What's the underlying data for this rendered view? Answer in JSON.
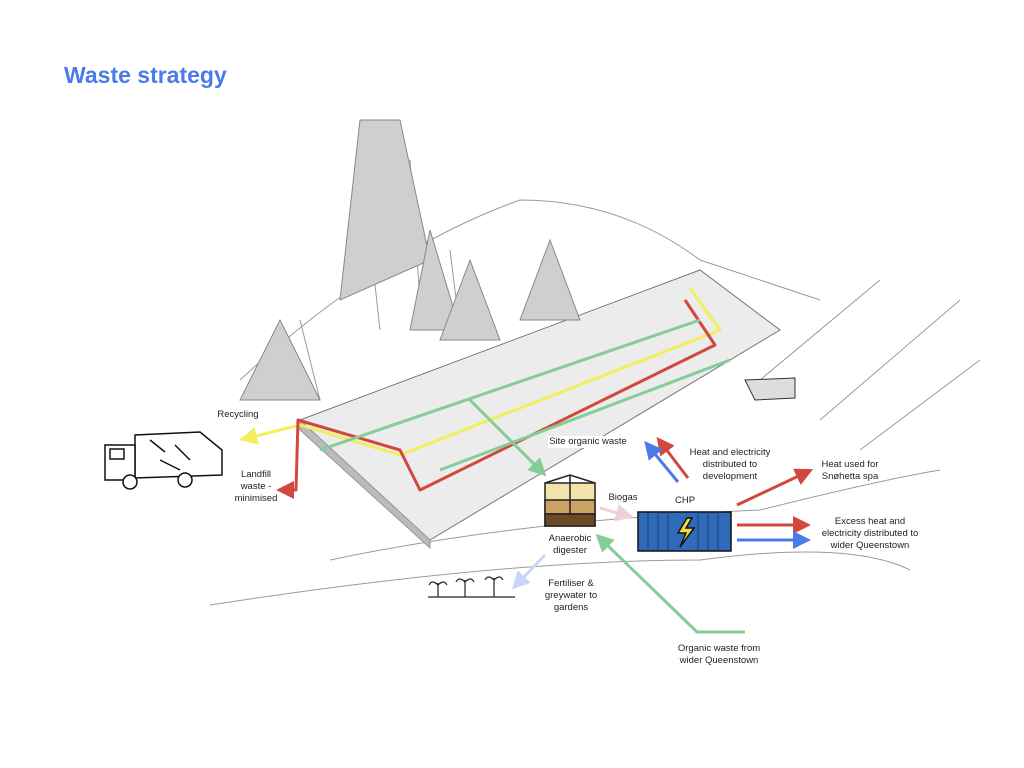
{
  "title": "Waste strategy",
  "labels": {
    "recycling": "Recycling",
    "landfill": "Landfill waste - minimised",
    "site_organic": "Site organic waste",
    "heat_dev": "Heat and electricity distributed to development",
    "heat_spa": "Heat used for Snøhetta spa",
    "biogas": "Biogas",
    "chp": "CHP",
    "anaerobic": "Anaerobic digester",
    "excess": "Excess heat and electricity distributed to wider Queenstown",
    "fertiliser": "Fertiliser & greywater to gardens",
    "organic_wider": "Organic waste from wider Queenstown"
  },
  "colors": {
    "title": "#4a7be8",
    "recycling": "#f2ee5c",
    "landfill": "#d2483e",
    "organic": "#86cc98",
    "electricity": "#4a7be8",
    "biogas": "#ecd2d8",
    "fertiliser": "#c9d6f6",
    "chp_container": "#2f6bb8"
  }
}
